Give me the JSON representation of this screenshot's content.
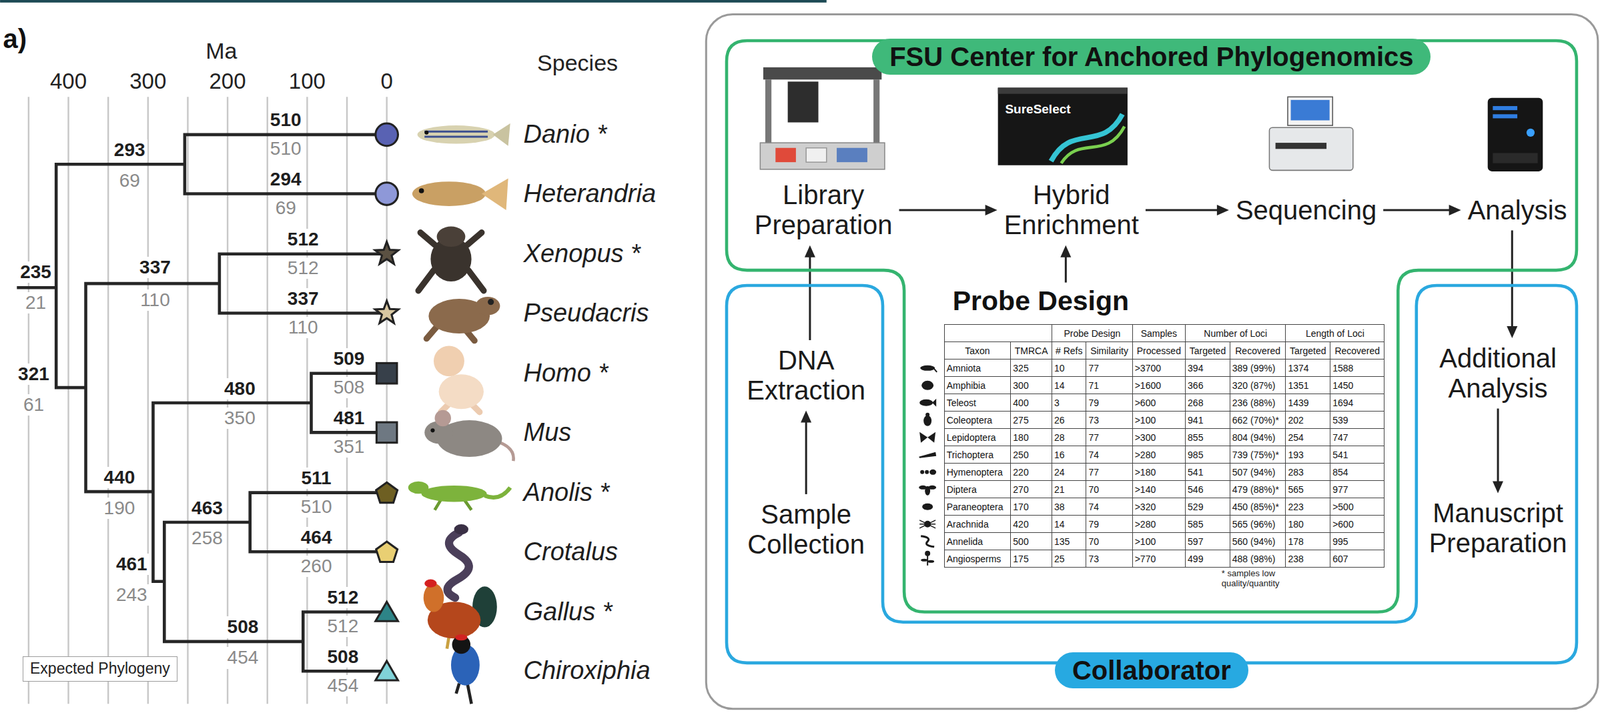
{
  "diagram": {
    "nodes": [
      {
        "text": [
          "Expected Phylogeny"
        ]
      },
      {
        "text": [
          "FSU Center for Anchored Phylogenomics"
        ]
      },
      {
        "text": [
          "Library Preparation"
        ],
        "in": 1
      },
      {
        "text": [
          "Hybrid Enrichment"
        ],
        "in": 1
      },
      {
        "text": [
          "Sequencing"
        ],
        "in": 1
      },
      {
        "text": [
          "Analysis"
        ],
        "in": 1
      },
      {
        "text": [
          "Probe Design"
        ],
        "in": 1
      },
      {
        "text": [
          "Collaborator"
        ]
      },
      {
        "text": [
          "DNA Extraction"
        ],
        "in": 7
      },
      {
        "text": [
          "Sample Collection"
        ],
        "in": 7
      },
      {
        "text": [
          "Additional Analysis"
        ],
        "in": 7
      },
      {
        "text": [
          "Manuscript Preparation"
        ],
        "in": 7
      }
    ],
    "edges": [
      {
        "from": 2,
        "to": 3,
        "arrow": "to"
      },
      {
        "from": 3,
        "to": 4,
        "arrow": "to"
      },
      {
        "from": 4,
        "to": 5,
        "arrow": "to"
      },
      {
        "from": 6,
        "to": 3,
        "arrow": "to"
      },
      {
        "from": 8,
        "to": 2,
        "arrow": "to"
      },
      {
        "from": 9,
        "to": 8,
        "arrow": "to"
      },
      {
        "from": 5,
        "to": 10,
        "arrow": "to"
      },
      {
        "from": 10,
        "to": 11,
        "arrow": "to"
      }
    ],
    "labels": [
      "a)",
      "Ma",
      "400",
      "300",
      "200",
      "100",
      "0",
      "Species",
      "510",
      "510",
      "293",
      "69",
      "294",
      "69",
      "235",
      "21",
      "337",
      "110",
      "512",
      "512",
      "337",
      "110",
      "321",
      "61",
      "480",
      "350",
      "509",
      "508",
      "481",
      "351",
      "440",
      "190",
      "463",
      "258",
      "511",
      "510",
      "464",
      "260",
      "461",
      "243",
      "508",
      "454",
      "512",
      "512",
      "508",
      "454",
      "Danio *",
      "Heterandria",
      "Xenopus *",
      "Pseudacris",
      "Homo *",
      "Mus",
      "Anolis *",
      "Crotalus",
      "Gallus *",
      "Chiroxiphia",
      "SureSelect",
      "Probe Design",
      "Samples",
      "Number of Loci",
      "Length of Loci",
      "Taxon",
      "TMRCA",
      "# Refs",
      "Similarity",
      "Processed",
      "Targeted",
      "Recovered",
      "Targeted",
      "Recovered",
      "Amniota",
      "325",
      "10",
      "77",
      ">3700",
      "394",
      "389 (99%)",
      "1374",
      "1588",
      "Amphibia",
      "300",
      "14",
      "71",
      ">1600",
      "366",
      "320 (87%)",
      "1351",
      "1450",
      "Teleost",
      "400",
      "3",
      "79",
      ">600",
      "268",
      "236 (88%)",
      "1439",
      "1694",
      "Coleoptera",
      "275",
      "26",
      "73",
      ">100",
      "941",
      "662 (70%)*",
      "202",
      "539",
      "Lepidoptera",
      "180",
      "28",
      "77",
      ">300",
      "855",
      "804 (94%)",
      "254",
      "747",
      "Trichoptera",
      "250",
      "16",
      "74",
      ">280",
      "985",
      "739 (75%)*",
      "193",
      "541",
      "Hymenoptera",
      "220",
      "24",
      "77",
      ">180",
      "541",
      "507 (94%)",
      "283",
      "854",
      "Diptera",
      "270",
      "21",
      "70",
      ">140",
      "546",
      "479 (88%)*",
      "565",
      "977",
      "Paraneoptera",
      "170",
      "38",
      "74",
      ">320",
      "529",
      "450 (85%)*",
      "223",
      ">500",
      "Arachnida",
      "420",
      "14",
      "79",
      ">280",
      "585",
      "565 (96%)",
      "180",
      ">600",
      "Annelida",
      "500",
      "135",
      "70",
      ">100",
      "597",
      "560 (94%)",
      "178",
      "995",
      "Angiosperms",
      "175",
      "25",
      "73",
      ">770",
      "499",
      "488 (98%)",
      "238",
      "607",
      "* samples low quality/quantity"
    ]
  }
}
